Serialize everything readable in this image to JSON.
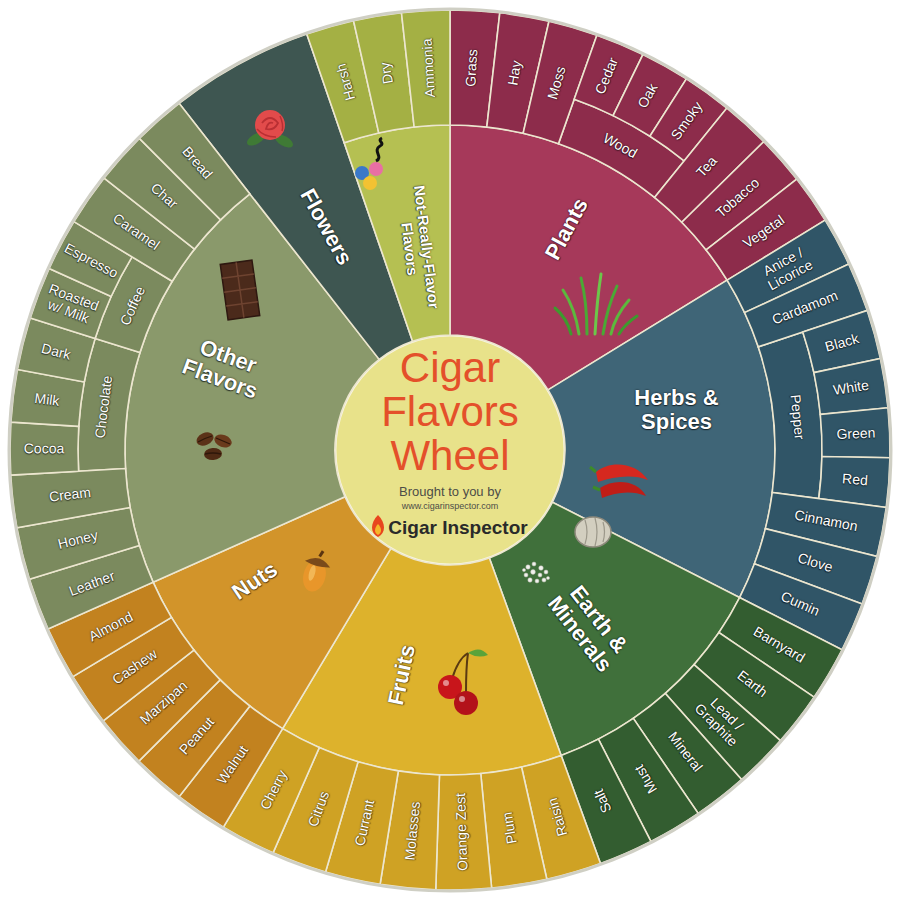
{
  "diagram": {
    "title": "Cigar Flavors Wheel",
    "nodes": [
      {
        "text": [
          "Brought to you by",
          "www.cigarinspector.com",
          "Cigar Inspector"
        ]
      },
      {
        "text": [
          "Plants"
        ]
      },
      {
        "text": [
          "Herbs & Spices"
        ]
      },
      {
        "text": [
          "Earth & Minerals"
        ]
      },
      {
        "text": [
          "Fruits"
        ]
      },
      {
        "text": [
          "Nuts"
        ]
      },
      {
        "text": [
          "Other Flavors"
        ]
      },
      {
        "text": [
          "Flowers"
        ]
      },
      {
        "text": [
          "Not-Really-Flavor Flavors"
        ]
      },
      {
        "text": [
          "Wood"
        ]
      },
      {
        "text": [
          "Pepper"
        ]
      },
      {
        "text": [
          "Chocolate"
        ]
      },
      {
        "text": [
          "Coffee"
        ]
      },
      {
        "text": [
          "Grass"
        ]
      },
      {
        "text": [
          "Hay"
        ]
      },
      {
        "text": [
          "Moss"
        ]
      },
      {
        "text": [
          "Cedar"
        ]
      },
      {
        "text": [
          "Oak"
        ]
      },
      {
        "text": [
          "Smoky"
        ]
      },
      {
        "text": [
          "Tea"
        ]
      },
      {
        "text": [
          "Tobacco"
        ]
      },
      {
        "text": [
          "Vegetal"
        ]
      },
      {
        "text": [
          "Anice / Licorice"
        ]
      },
      {
        "text": [
          "Cardamom"
        ]
      },
      {
        "text": [
          "Black"
        ]
      },
      {
        "text": [
          "White"
        ]
      },
      {
        "text": [
          "Green"
        ]
      },
      {
        "text": [
          "Red"
        ]
      },
      {
        "text": [
          "Cinnamon"
        ]
      },
      {
        "text": [
          "Clove"
        ]
      },
      {
        "text": [
          "Cumin"
        ]
      },
      {
        "text": [
          "Barnyard"
        ]
      },
      {
        "text": [
          "Earth"
        ]
      },
      {
        "text": [
          "Lead / Graphite"
        ]
      },
      {
        "text": [
          "Mineral"
        ]
      },
      {
        "text": [
          "Must"
        ]
      },
      {
        "text": [
          "Salt"
        ]
      },
      {
        "text": [
          "Raisin"
        ]
      },
      {
        "text": [
          "Plum"
        ]
      },
      {
        "text": [
          "Orange Zest"
        ]
      },
      {
        "text": [
          "Molasses"
        ]
      },
      {
        "text": [
          "Currant"
        ]
      },
      {
        "text": [
          "Citrus"
        ]
      },
      {
        "text": [
          "Cherry"
        ]
      },
      {
        "text": [
          "Walnut"
        ]
      },
      {
        "text": [
          "Peanut"
        ]
      },
      {
        "text": [
          "Marzipan"
        ]
      },
      {
        "text": [
          "Cashew"
        ]
      },
      {
        "text": [
          "Almond"
        ]
      },
      {
        "text": [
          "Leather"
        ]
      },
      {
        "text": [
          "Honey"
        ]
      },
      {
        "text": [
          "Cream"
        ]
      },
      {
        "text": [
          "Cocoa"
        ]
      },
      {
        "text": [
          "Milk"
        ]
      },
      {
        "text": [
          "Dark"
        ]
      },
      {
        "text": [
          "Roasted w/ Milk"
        ]
      },
      {
        "text": [
          "Espresso"
        ]
      },
      {
        "text": [
          "Caramel"
        ]
      },
      {
        "text": [
          "Char"
        ]
      },
      {
        "text": [
          "Bread"
        ]
      },
      {
        "text": [
          "Harsh"
        ]
      },
      {
        "text": [
          "Dry"
        ]
      },
      {
        "text": [
          "Ammonia"
        ]
      }
    ]
  }
}
